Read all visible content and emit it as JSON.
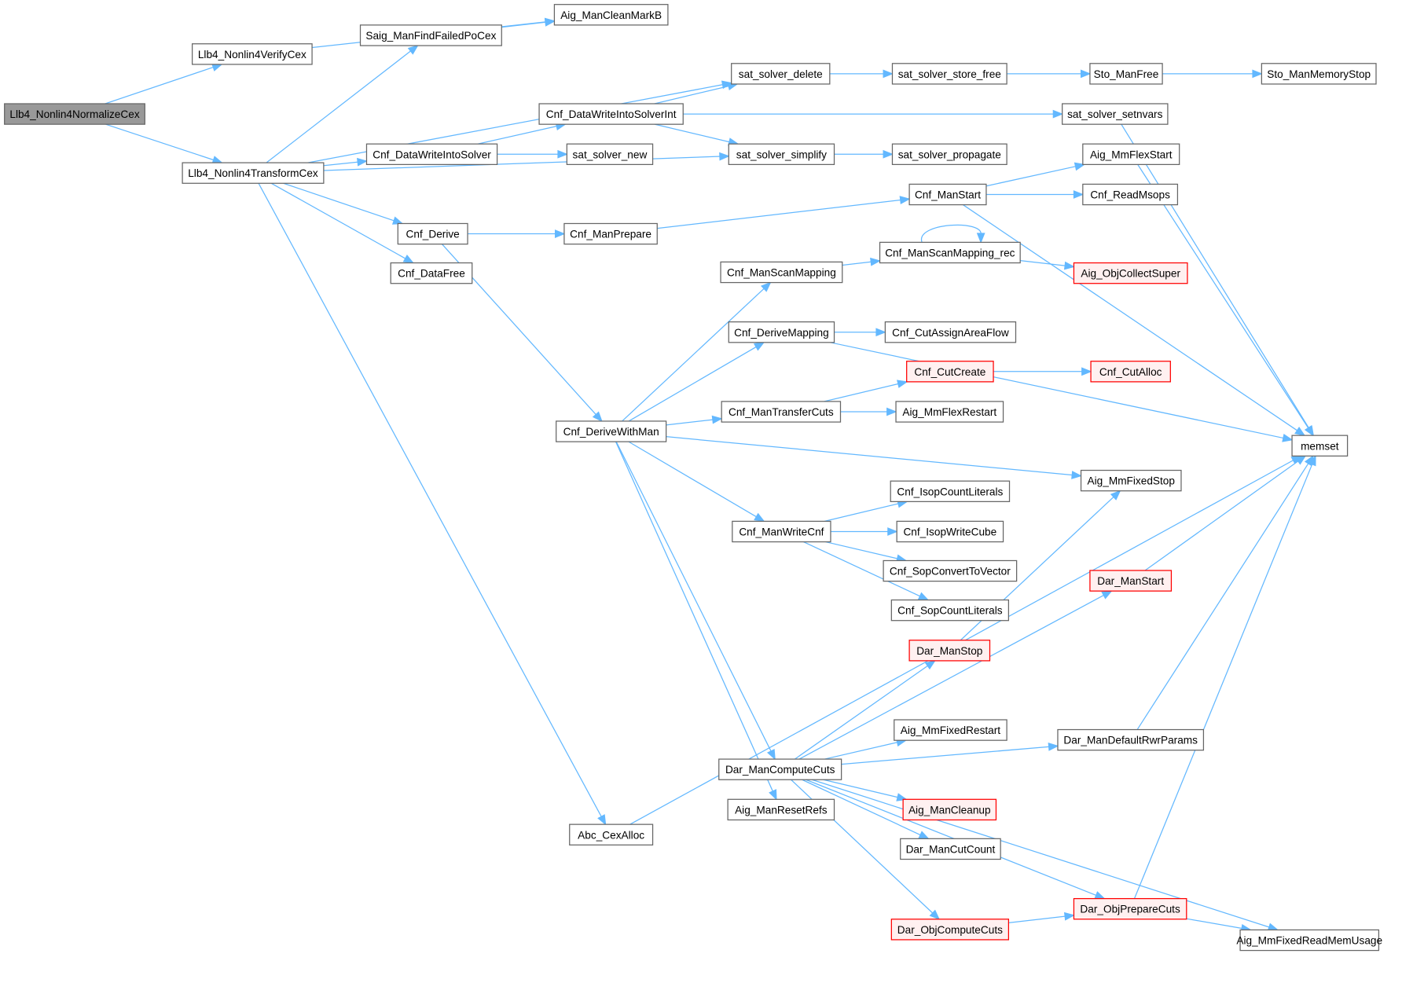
{
  "graph": {
    "type": "call-graph",
    "colors": {
      "edge": "#63b8ff",
      "root_fill": "#999999",
      "node_border": "#666666",
      "truncated_border": "#ff0000",
      "truncated_fill": "#fff0f0"
    },
    "nodes": [
      {
        "id": "root",
        "label": "Llb4_Nonlin4NormalizeCex",
        "style": "root"
      },
      {
        "id": "verify",
        "label": "Llb4_Nonlin4VerifyCex",
        "style": "normal"
      },
      {
        "id": "transform",
        "label": "Llb4_Nonlin4TransformCex",
        "style": "normal"
      },
      {
        "id": "cleanmarkb",
        "label": "Aig_ManCleanMarkB",
        "style": "normal"
      },
      {
        "id": "findfailed",
        "label": "Saig_ManFindFailedPoCex",
        "style": "normal"
      },
      {
        "id": "satdelete",
        "label": "sat_solver_delete",
        "style": "normal"
      },
      {
        "id": "storefree",
        "label": "sat_solver_store_free",
        "style": "normal"
      },
      {
        "id": "stomanfree",
        "label": "Sto_ManFree",
        "style": "normal"
      },
      {
        "id": "stomemstop",
        "label": "Sto_ManMemoryStop",
        "style": "normal"
      },
      {
        "id": "dwisint",
        "label": "Cnf_DataWriteIntoSolverInt",
        "style": "normal"
      },
      {
        "id": "setnvars",
        "label": "sat_solver_setnvars",
        "style": "normal"
      },
      {
        "id": "dwis",
        "label": "Cnf_DataWriteIntoSolver",
        "style": "normal"
      },
      {
        "id": "satnew",
        "label": "sat_solver_new",
        "style": "normal"
      },
      {
        "id": "simplify",
        "label": "sat_solver_simplify",
        "style": "normal"
      },
      {
        "id": "propagate",
        "label": "sat_solver_propagate",
        "style": "normal"
      },
      {
        "id": "flexstart",
        "label": "Aig_MmFlexStart",
        "style": "normal"
      },
      {
        "id": "manstart",
        "label": "Cnf_ManStart",
        "style": "normal"
      },
      {
        "id": "readmsops",
        "label": "Cnf_ReadMsops",
        "style": "normal"
      },
      {
        "id": "derive",
        "label": "Cnf_Derive",
        "style": "normal"
      },
      {
        "id": "manprepare",
        "label": "Cnf_ManPrepare",
        "style": "normal"
      },
      {
        "id": "datafree",
        "label": "Cnf_DataFree",
        "style": "normal"
      },
      {
        "id": "scanmaprec",
        "label": "Cnf_ManScanMapping_rec",
        "style": "normal"
      },
      {
        "id": "scanmap",
        "label": "Cnf_ManScanMapping",
        "style": "normal"
      },
      {
        "id": "collectsuper",
        "label": "Aig_ObjCollectSuper",
        "style": "red"
      },
      {
        "id": "derivemap",
        "label": "Cnf_DeriveMapping",
        "style": "normal"
      },
      {
        "id": "areaflow",
        "label": "Cnf_CutAssignAreaFlow",
        "style": "normal"
      },
      {
        "id": "cutcreate",
        "label": "Cnf_CutCreate",
        "style": "red"
      },
      {
        "id": "cutalloc",
        "label": "Cnf_CutAlloc",
        "style": "red"
      },
      {
        "id": "transfercuts",
        "label": "Cnf_ManTransferCuts",
        "style": "normal"
      },
      {
        "id": "flexrestart",
        "label": "Aig_MmFlexRestart",
        "style": "normal"
      },
      {
        "id": "derivewithman",
        "label": "Cnf_DeriveWithMan",
        "style": "normal"
      },
      {
        "id": "memset",
        "label": "memset",
        "style": "normal"
      },
      {
        "id": "fixedstop",
        "label": "Aig_MmFixedStop",
        "style": "normal"
      },
      {
        "id": "isopcount",
        "label": "Cnf_IsopCountLiterals",
        "style": "normal"
      },
      {
        "id": "writecnf",
        "label": "Cnf_ManWriteCnf",
        "style": "normal"
      },
      {
        "id": "isopwrite",
        "label": "Cnf_IsopWriteCube",
        "style": "normal"
      },
      {
        "id": "sopconvert",
        "label": "Cnf_SopConvertToVector",
        "style": "normal"
      },
      {
        "id": "sopcount",
        "label": "Cnf_SopCountLiterals",
        "style": "normal"
      },
      {
        "id": "darstart",
        "label": "Dar_ManStart",
        "style": "red"
      },
      {
        "id": "darstop",
        "label": "Dar_ManStop",
        "style": "red"
      },
      {
        "id": "fixedrestart",
        "label": "Aig_MmFixedRestart",
        "style": "normal"
      },
      {
        "id": "defrwr",
        "label": "Dar_ManDefaultRwrParams",
        "style": "normal"
      },
      {
        "id": "computecuts",
        "label": "Dar_ManComputeCuts",
        "style": "normal"
      },
      {
        "id": "resetrefs",
        "label": "Aig_ManResetRefs",
        "style": "normal"
      },
      {
        "id": "cleanup",
        "label": "Aig_ManCleanup",
        "style": "red"
      },
      {
        "id": "cexalloc",
        "label": "Abc_CexAlloc",
        "style": "normal"
      },
      {
        "id": "cutcount",
        "label": "Dar_ManCutCount",
        "style": "normal"
      },
      {
        "id": "preparecuts",
        "label": "Dar_ObjPrepareCuts",
        "style": "red"
      },
      {
        "id": "objcomputecuts",
        "label": "Dar_ObjComputeCuts",
        "style": "red"
      },
      {
        "id": "readmemusage",
        "label": "Aig_MmFixedReadMemUsage",
        "style": "normal"
      }
    ],
    "edges": [
      [
        "root",
        "verify"
      ],
      [
        "root",
        "transform"
      ],
      [
        "verify",
        "cleanmarkb"
      ],
      [
        "transform",
        "findfailed"
      ],
      [
        "transform",
        "satdelete"
      ],
      [
        "transform",
        "dwis"
      ],
      [
        "transform",
        "simplify"
      ],
      [
        "transform",
        "derive"
      ],
      [
        "transform",
        "datafree"
      ],
      [
        "transform",
        "cexalloc"
      ],
      [
        "findfailed",
        "cleanmarkb"
      ],
      [
        "satdelete",
        "storefree"
      ],
      [
        "storefree",
        "stomanfree"
      ],
      [
        "stomanfree",
        "stomemstop"
      ],
      [
        "dwis",
        "dwisint"
      ],
      [
        "dwis",
        "satnew"
      ],
      [
        "dwisint",
        "satdelete"
      ],
      [
        "dwisint",
        "setnvars"
      ],
      [
        "dwisint",
        "simplify"
      ],
      [
        "simplify",
        "propagate"
      ],
      [
        "setnvars",
        "memset"
      ],
      [
        "derive",
        "manprepare"
      ],
      [
        "derive",
        "derivewithman"
      ],
      [
        "manprepare",
        "manstart"
      ],
      [
        "manstart",
        "flexstart"
      ],
      [
        "manstart",
        "readmsops"
      ],
      [
        "manstart",
        "memset"
      ],
      [
        "flexstart",
        "memset"
      ],
      [
        "scanmap",
        "scanmaprec"
      ],
      [
        "scanmaprec",
        "scanmaprec"
      ],
      [
        "scanmaprec",
        "collectsuper"
      ],
      [
        "derivemap",
        "areaflow"
      ],
      [
        "derivemap",
        "memset"
      ],
      [
        "cutcreate",
        "cutalloc"
      ],
      [
        "transfercuts",
        "cutcreate"
      ],
      [
        "transfercuts",
        "flexrestart"
      ],
      [
        "derivewithman",
        "scanmap"
      ],
      [
        "derivewithman",
        "derivemap"
      ],
      [
        "derivewithman",
        "transfercuts"
      ],
      [
        "derivewithman",
        "fixedstop"
      ],
      [
        "derivewithman",
        "writecnf"
      ],
      [
        "derivewithman",
        "computecuts"
      ],
      [
        "derivewithman",
        "resetrefs"
      ],
      [
        "writecnf",
        "isopcount"
      ],
      [
        "writecnf",
        "isopwrite"
      ],
      [
        "writecnf",
        "sopconvert"
      ],
      [
        "writecnf",
        "sopcount"
      ],
      [
        "darstop",
        "fixedstop"
      ],
      [
        "darstart",
        "memset"
      ],
      [
        "defrwr",
        "memset"
      ],
      [
        "computecuts",
        "darstop"
      ],
      [
        "computecuts",
        "darstart"
      ],
      [
        "computecuts",
        "fixedrestart"
      ],
      [
        "computecuts",
        "defrwr"
      ],
      [
        "computecuts",
        "cleanup"
      ],
      [
        "computecuts",
        "cutcount"
      ],
      [
        "computecuts",
        "preparecuts"
      ],
      [
        "computecuts",
        "objcomputecuts"
      ],
      [
        "computecuts",
        "readmemusage"
      ],
      [
        "objcomputecuts",
        "preparecuts"
      ],
      [
        "preparecuts",
        "memset"
      ],
      [
        "preparecuts",
        "readmemusage"
      ],
      [
        "cexalloc",
        "memset"
      ]
    ]
  }
}
